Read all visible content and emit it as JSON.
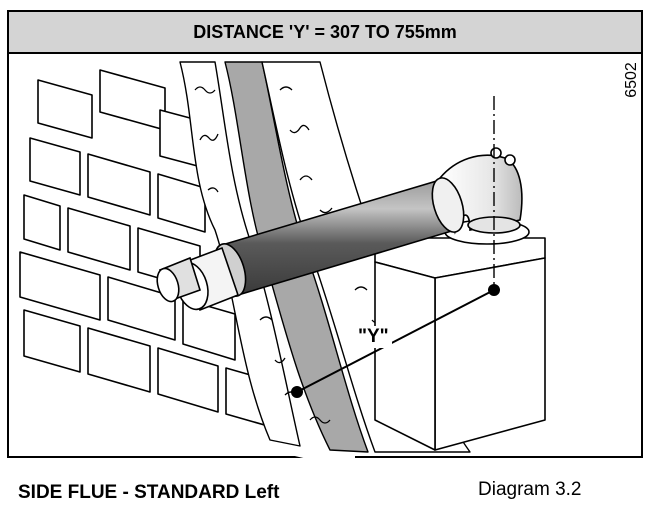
{
  "header": {
    "title": "DISTANCE 'Y' = 307 TO 755mm"
  },
  "reference_number": "6502",
  "dimension_label": "\"Y\"",
  "caption": "SIDE FLUE - STANDARD Left",
  "diagram_number": "Diagram 3.2",
  "colors": {
    "header_background": "#d4d4d4",
    "flue_pipe": "#6a6a6a",
    "wall_cavity": "#a8a8a8",
    "line": "#000000"
  },
  "icons": {
    "brick_wall": "brick-wall-icon",
    "flue_pipe": "flue-pipe-icon",
    "terminal": "flue-terminal-icon",
    "elbow": "flue-elbow-icon",
    "boiler": "boiler-top-icon"
  }
}
